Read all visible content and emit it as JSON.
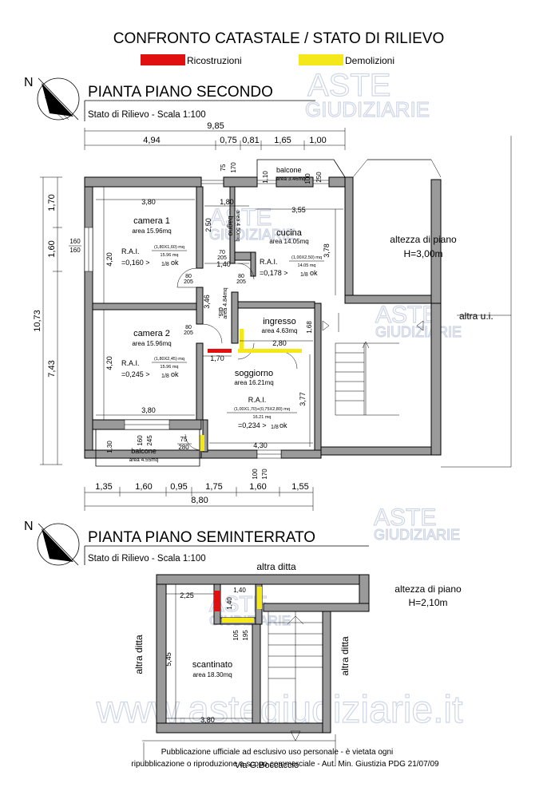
{
  "header": {
    "title": "CONFRONTO CATASTALE / STATO DI RILIEVO",
    "legend_red": "Ricostruzioni",
    "legend_yellow": "Demolizioni",
    "color_red": "#e01010",
    "color_yellow": "#f5e81a"
  },
  "north_label": "N",
  "watermark": {
    "aste": "ASTE",
    "giudiziarie": "GIUDIZIARIE",
    "url": "www.astegiudiziarie.it"
  },
  "second_floor": {
    "title": "PIANTA PIANO SECONDO",
    "subtitle": "Stato di Rilievo - Scala 1:100",
    "height_label": "altezza di piano",
    "height_value": "H=3,00m",
    "other_unit": "altra u.i.",
    "dims_top": {
      "total": "9,85",
      "d1": "4,94",
      "d2": "0,75",
      "d3": "0,81",
      "d4": "1,65",
      "d5": "1,00"
    },
    "dims_left": {
      "total": "10,73",
      "d1": "1,70",
      "d2": "1,60",
      "d3": "7,43"
    },
    "dims_bottom": {
      "total": "8,80",
      "d1": "1,35",
      "d2": "1,60",
      "d3": "0,95",
      "d4": "1,75",
      "d5": "1,60",
      "d6": "1,55"
    },
    "rooms": {
      "camera1": {
        "name": "camera 1",
        "area": "area 15.96mq",
        "rai_num": "(1,80X1,60) mq",
        "rai_den": "15.96 mq",
        "rai_result": "=0,160 >",
        "ok": "ok",
        "w": "3,80",
        "h": "4,20"
      },
      "camera2": {
        "name": "camera 2",
        "area": "area 15.96mq",
        "rai_num": "(1,80X2,45) mq",
        "rai_den": "15.96 mq",
        "rai_result": "=0,245 >",
        "ok": "ok",
        "w": "3,80",
        "h": "4,20",
        "w_bottom": "3,80"
      },
      "bagno": {
        "name": "bagno",
        "area": "area 4.50mq",
        "w": "1,80",
        "h": "2,50",
        "w2": "1,40"
      },
      "cucina": {
        "name": "cucina",
        "area": "area 14.05mq",
        "rai_num": "(1,00X2,50) mq",
        "rai_den": "14.05 mq",
        "rai_result": "=0,178 >",
        "ok": "ok",
        "w": "3,55",
        "h": "3,78"
      },
      "dis": {
        "name": "dis.",
        "area": "area 4.84mq",
        "h": "3,46",
        "w": "1,70"
      },
      "ingresso": {
        "name": "ingresso",
        "area": "area 4.63mq",
        "w": "2,80",
        "h": "1,68"
      },
      "soggiorno": {
        "name": "soggiorno",
        "area": "area 16.21mq",
        "rai": "R.A.I.",
        "rai_num": "(1,00X1,70)+(0,75X2,80) mq",
        "rai_den": "16.21 mq",
        "rai_result": "=0,234 >",
        "ok": "ok",
        "w": "4,30",
        "h": "3,77"
      },
      "balcone_top": {
        "name": "balcone",
        "area": "area 3.46mq",
        "d1": "1,10",
        "d2": "100",
        "d3": "250"
      },
      "balcone_bottom": {
        "name": "balcone",
        "area": "area 4.55mq",
        "h": "1,30",
        "d1": "160",
        "d2": "245",
        "d3": "75",
        "d4": "280"
      }
    },
    "rai": "R.A.I.",
    "doors": {
      "d80": "80",
      "d205": "205",
      "d70": "70",
      "d75": "75",
      "d170": "170",
      "d160": "160",
      "d100": "100"
    }
  },
  "basement": {
    "title": "PIANTA PIANO SEMINTERRATO",
    "subtitle": "Stato di Rilievo - Scala 1:100",
    "height_label": "altezza di piano",
    "height_value": "H=2,10m",
    "altra_ditta": "altra ditta",
    "room": {
      "name": "scantinato",
      "area": "area 18.30mq",
      "w": "2,25",
      "h": "5,45",
      "w_bottom": "3,80"
    },
    "dims": {
      "a": "1,40",
      "b": "1,40",
      "c": "105",
      "d": "195"
    },
    "street": "Via G.Boccaccio"
  },
  "footer": {
    "line1": "Pubblicazione ufficiale ad esclusivo uso personale - è vietata ogni",
    "line2": "ripubblicazione o riproduzione a scopo commerciale - Aut. Min. Giustizia PDG 21/07/09"
  }
}
